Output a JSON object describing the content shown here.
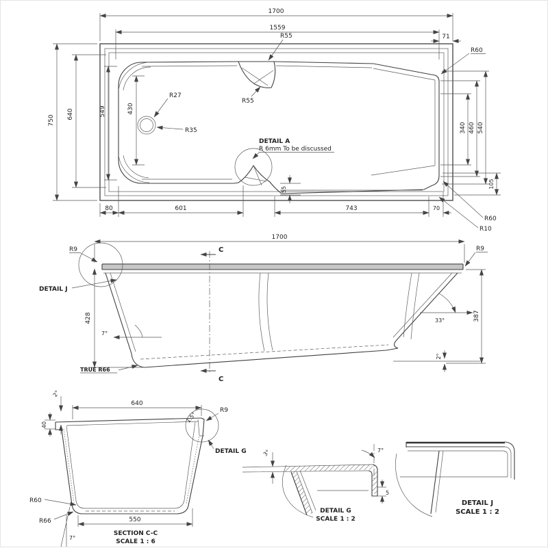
{
  "top_view": {
    "dim_1700": "1700",
    "dim_1559": "1559",
    "dim_71": "71",
    "dim_750": "750",
    "dim_640": "640",
    "dim_549": "549",
    "dim_430": "430",
    "dim_340": "340",
    "dim_460": "460",
    "dim_540": "540",
    "dim_105": "105",
    "dim_55": "55",
    "dim_80": "80",
    "dim_601": "601",
    "dim_743": "743",
    "dim_70": "70",
    "r27": "R27",
    "r35": "R35",
    "r55_top": "R55",
    "r55_mid": "R55",
    "r60_topright": "R60",
    "r60_bottomright": "R60",
    "r10": "R10",
    "detail_a_title": "DETAIL A",
    "detail_a_note": "R 6mm  To be discussed"
  },
  "side_view": {
    "dim_1700": "1700",
    "dim_428": "428",
    "dim_387": "387",
    "angle_7": "7°",
    "angle_33": "33°",
    "angle_2": "2°",
    "r9_left": "R9",
    "r9_right": "R9",
    "detail_j_label": "DETAIL J",
    "true_r66": "TRUE R66",
    "section_c_top": "C",
    "section_c_bottom": "C"
  },
  "section_cc": {
    "dim_640": "640",
    "dim_40": "40",
    "dim_550": "550",
    "angle_2": "2°",
    "angle_7": "7°",
    "angle_rim": "1.5°",
    "r9": "R9",
    "r60": "R60",
    "r66": "R66",
    "detail_g_label": "DETAIL G",
    "title": "SECTION C-C",
    "scale": "SCALE 1 : 6"
  },
  "detail_g": {
    "angle_3": "3°",
    "angle_7": "7°",
    "dim_5": "5",
    "title": "DETAIL G",
    "scale": "SCALE 1 : 2"
  },
  "detail_j": {
    "title": "DETAIL J",
    "scale": "SCALE 1 : 2"
  }
}
